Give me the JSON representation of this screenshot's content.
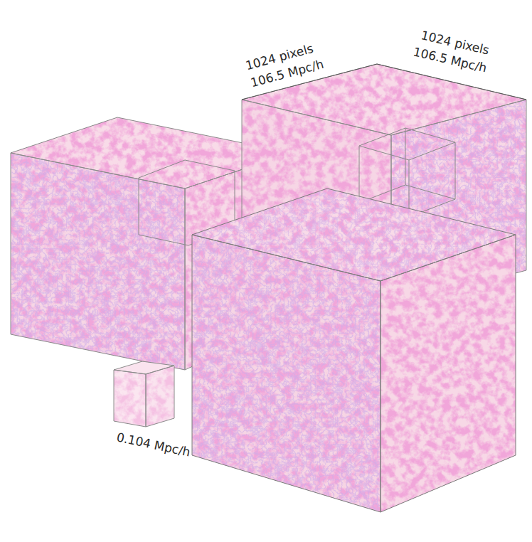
{
  "diagram": {
    "labels": [
      "1024 pixels",
      "106.5 Mpc/h",
      "1024 pixels",
      "106.5 Mpc/h",
      "0.104 Mpc/h"
    ]
  }
}
